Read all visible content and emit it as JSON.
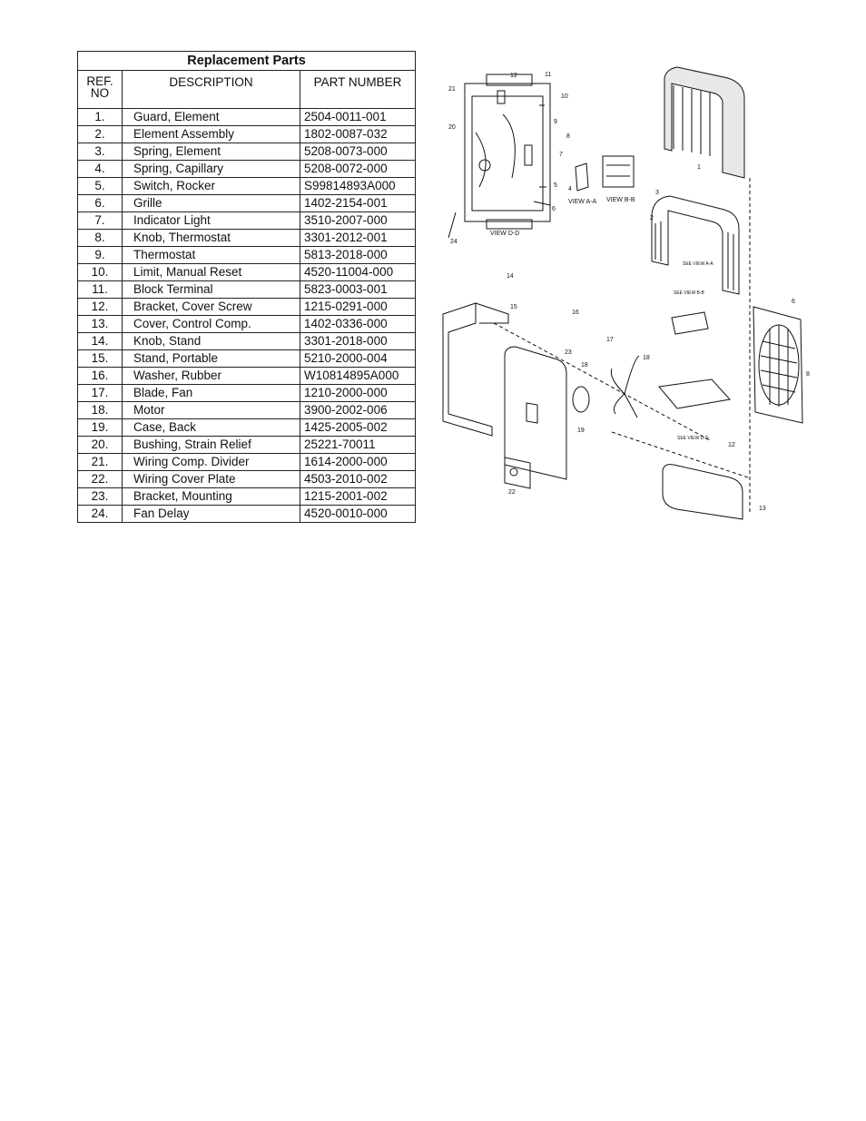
{
  "table": {
    "title": "Replacement Parts",
    "headers": {
      "ref": "REF.\nNO",
      "description": "DESCRIPTION",
      "part_number": "PART NUMBER"
    },
    "rows": [
      {
        "ref": "1.",
        "description": "Guard, Element",
        "part_number": "2504-0011-001"
      },
      {
        "ref": "2.",
        "description": "Element Assembly",
        "part_number": "1802-0087-032"
      },
      {
        "ref": "3.",
        "description": "Spring, Element",
        "part_number": "5208-0073-000"
      },
      {
        "ref": "4.",
        "description": "Spring, Capillary",
        "part_number": "5208-0072-000"
      },
      {
        "ref": "5.",
        "description": "Switch, Rocker",
        "part_number": "S99814893A000"
      },
      {
        "ref": "6.",
        "description": "Grille",
        "part_number": "1402-2154-001"
      },
      {
        "ref": "7.",
        "description": "Indicator Light",
        "part_number": "3510-2007-000"
      },
      {
        "ref": "8.",
        "description": "Knob, Thermostat",
        "part_number": "3301-2012-001"
      },
      {
        "ref": "9.",
        "description": "Thermostat",
        "part_number": "5813-2018-000"
      },
      {
        "ref": "10.",
        "description": " Limit, Manual Reset",
        "part_number": "4520-11004-000"
      },
      {
        "ref": "11.",
        "description": "Block Terminal",
        "part_number": "5823-0003-001"
      },
      {
        "ref": "12.",
        "description": "Bracket, Cover Screw",
        "part_number": "1215-0291-000"
      },
      {
        "ref": "13.",
        "description": "Cover, Control Comp.",
        "part_number": "1402-0336-000"
      },
      {
        "ref": "14.",
        "description": "Knob, Stand",
        "part_number": "3301-2018-000"
      },
      {
        "ref": "15.",
        "description": "Stand, Portable",
        "part_number": "5210-2000-004"
      },
      {
        "ref": "16.",
        "description": "Washer, Rubber",
        "part_number": "W10814895A000"
      },
      {
        "ref": "17.",
        "description": "Blade, Fan",
        "part_number": "1210-2000-000"
      },
      {
        "ref": "18.",
        "description": "Motor",
        "part_number": "3900-2002-006"
      },
      {
        "ref": "19.",
        "description": "Case, Back",
        "part_number": "1425-2005-002"
      },
      {
        "ref": "20.",
        "description": "Bushing, Strain Relief",
        "part_number": "25221-70011"
      },
      {
        "ref": "21.",
        "description": "Wiring Comp. Divider",
        "part_number": "1614-2000-000"
      },
      {
        "ref": "22.",
        "description": "Wiring Cover Plate",
        "part_number": "4503-2010-002"
      },
      {
        "ref": "23.",
        "description": "Bracket, Mounting",
        "part_number": "1215-2001-002"
      },
      {
        "ref": "24.",
        "description": "Fan Delay",
        "part_number": "4520-0010-000"
      }
    ]
  },
  "diagram": {
    "callouts": [
      "1",
      "2",
      "3",
      "4",
      "5",
      "6",
      "7",
      "8",
      "9",
      "10",
      "11",
      "12",
      "13",
      "14",
      "15",
      "16",
      "17",
      "18",
      "19",
      "20",
      "21",
      "22",
      "23",
      "24"
    ],
    "view_labels": {
      "view_aa": "VIEW A-A",
      "view_bb": "VIEW B-B",
      "view_dd": "VIEW D-D",
      "see_view_aa": "SEE VIEW A-A",
      "see_view_bb": "SEE VIEW B-B",
      "see_view_dd": "SEE VIEW D-D"
    }
  }
}
